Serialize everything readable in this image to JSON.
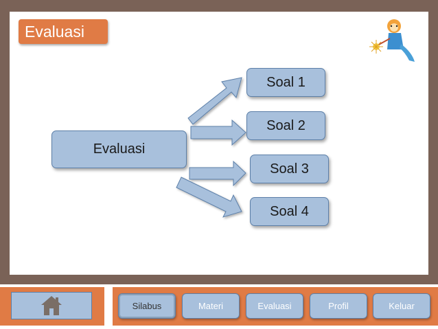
{
  "slide": {
    "title": "Evaluasi",
    "center_label": "Evaluasi",
    "soal": [
      {
        "label": "Soal 1"
      },
      {
        "label": "Soal 2"
      },
      {
        "label": "Soal 3"
      },
      {
        "label": "Soal 4"
      }
    ]
  },
  "nav": {
    "home_icon": "house-icon",
    "items": [
      {
        "label": "Silabus",
        "active": true
      },
      {
        "label": "Materi"
      },
      {
        "label": "Evaluasi"
      },
      {
        "label": "Profil"
      },
      {
        "label": "Keluar"
      }
    ]
  },
  "colors": {
    "frame": "#7a6257",
    "accent": "#e07b45",
    "box_fill": "#a8c0dc",
    "box_border": "#5c7fa8"
  }
}
